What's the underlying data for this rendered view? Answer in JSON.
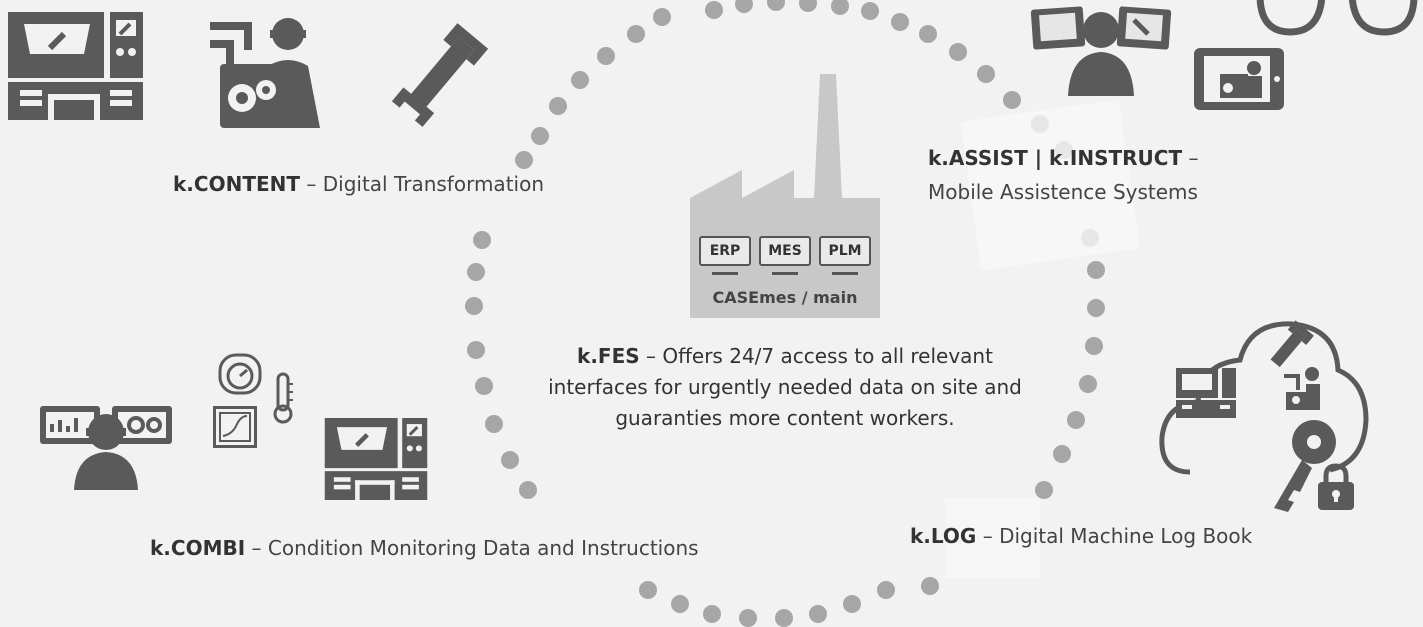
{
  "colors": {
    "background": "#f2f2f2",
    "dots": "#a6a6a6",
    "icon": "#5a5a5a",
    "factory": "#c8c8c8"
  },
  "factory": {
    "systems": [
      "ERP",
      "MES",
      "PLM"
    ],
    "label": "CASEmes / main"
  },
  "center": {
    "title": "k.FES",
    "text": " – Offers 24/7 access to all relevant interfaces for urgently needed data on site and guaranties more content workers."
  },
  "modules": {
    "content": {
      "title": "k.CONTENT",
      "text": " – Digital Transformation",
      "icons": [
        "machine-icon",
        "worker-gears-icon",
        "wrench-icon"
      ]
    },
    "assist": {
      "title": "k.ASSIST | k.INSTRUCT",
      "text": " –",
      "text2": "Mobile Assistence Systems",
      "icons": [
        "worker-monitors-icon",
        "tablet-icon",
        "smart-glasses-icon"
      ]
    },
    "combi": {
      "title": "k.COMBI",
      "text": " – Condition Monitoring Data and Instructions",
      "icons": [
        "worker-monitoring-icon",
        "gauge-icon",
        "thermometer-icon",
        "chart-icon",
        "machine-icon"
      ]
    },
    "log": {
      "title": "k.LOG",
      "text": " – Digital Machine Log Book",
      "icons": [
        "cloud-icon",
        "key-icon",
        "lock-icon"
      ]
    }
  }
}
